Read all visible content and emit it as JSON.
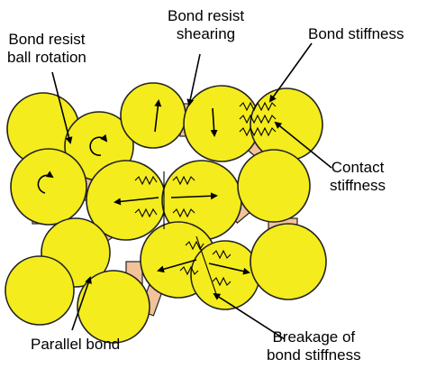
{
  "labels": {
    "bond_resist_ball_rotation": [
      "Bond resist",
      "ball rotation"
    ],
    "bond_resist_shearing": [
      "Bond resist",
      "shearing"
    ],
    "bond_stiffness": "Bond stiffness",
    "contact_stiffness": [
      "Contact",
      "stiffness"
    ],
    "parallel_bond": "Parallel bond",
    "breakage_of_bond_stiffness": [
      "Breakage of",
      "bond stiffness"
    ]
  },
  "colors": {
    "ball_fill": "#f4ec1c",
    "bond_fill": "#f2c29a",
    "outline": "#222222"
  },
  "icons": {
    "rotation": "curved-arrow-icon",
    "spring": "zigzag-spring-icon"
  }
}
